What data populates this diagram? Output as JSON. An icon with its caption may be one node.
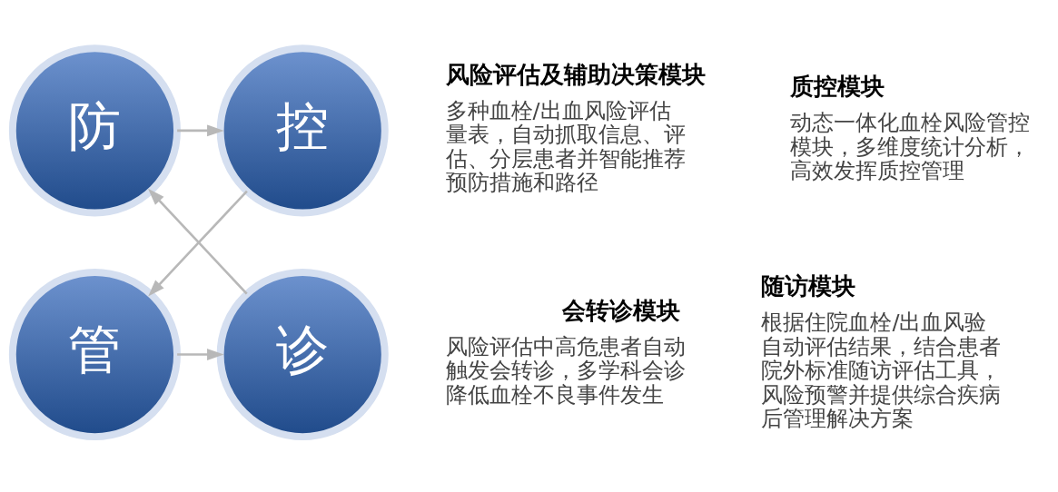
{
  "diagram": {
    "nodes": [
      {
        "text": [
          "防"
        ]
      },
      {
        "text": [
          "控"
        ]
      },
      {
        "text": [
          "诊"
        ]
      },
      {
        "text": [
          "管"
        ]
      }
    ],
    "edges": [
      {
        "from": 0,
        "to": 1,
        "arrow": "to"
      },
      {
        "from": 1,
        "to": 3,
        "arrow": "to"
      },
      {
        "from": 3,
        "to": 2,
        "arrow": "to"
      },
      {
        "from": 2,
        "to": 0,
        "arrow": "to"
      }
    ],
    "labels": [
      "风险评估及辅助决策模块",
      "多种血栓/出血风险评估量表，自动抓取信息、评估、分层患者并智能推荐预防措施和路径",
      "质控模块",
      "动态一体化血栓风险管控模块，多维度统计分析，高效发挥质控管理",
      "会转诊模块",
      "风险评估中高危患者自动触发会转诊，多学科会诊降低血栓不良事件发生",
      "随访模块",
      "根据住院血栓/出血风验自动评估结果，结合患者院外标准随访评估工具，风险预警并提供综合疾病后管理解决方案"
    ]
  }
}
